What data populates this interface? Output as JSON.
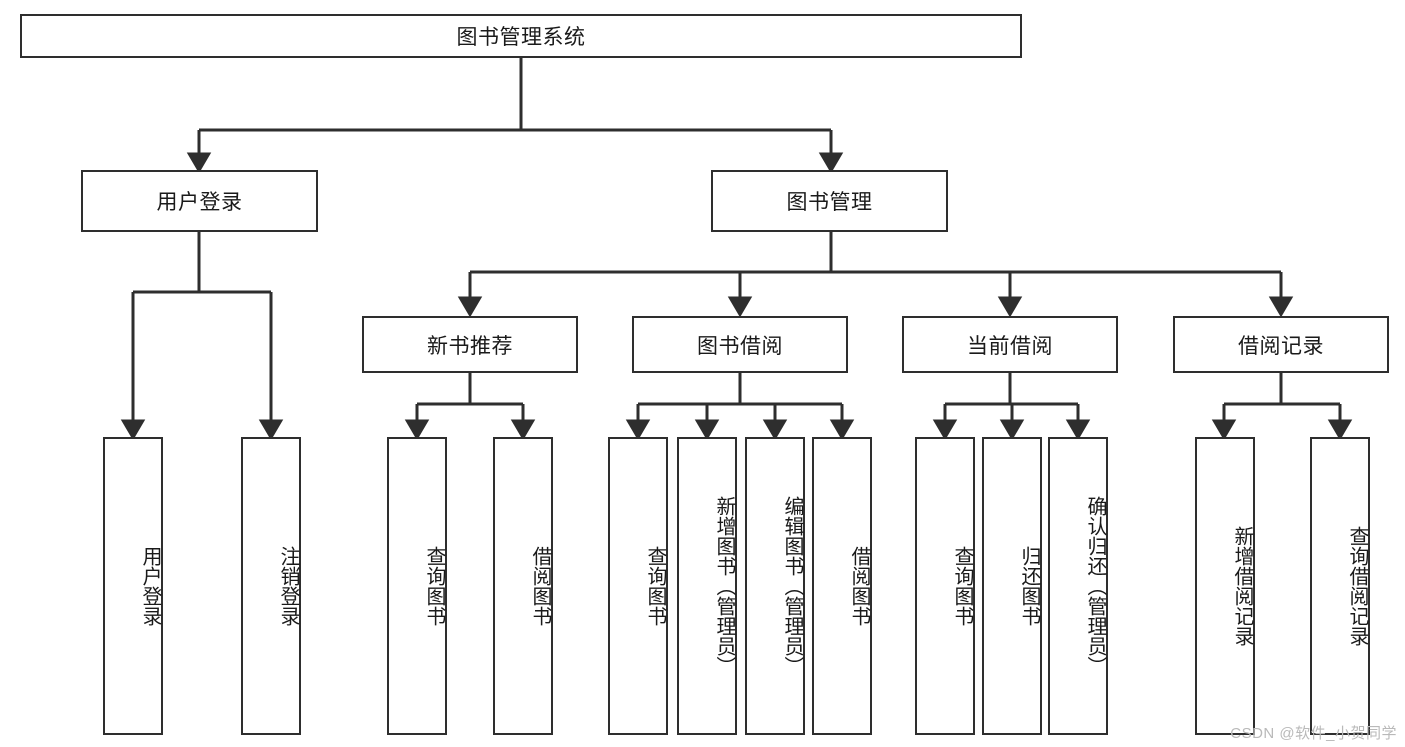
{
  "diagram": {
    "type": "tree-hierarchy-chart",
    "title": "图书管理系统",
    "orientation": "top-down",
    "colors": {
      "box_border": "#2e2e2e",
      "box_fill": "#ffffff",
      "connector": "#2e2e2e",
      "text": "#1a1a1a",
      "background": "#ffffff",
      "watermark": "#b9b9b9"
    },
    "levels": {
      "root": "图书管理系统",
      "level2": [
        "用户登录",
        "图书管理"
      ],
      "level3": [
        "新书推荐",
        "图书借阅",
        "当前借阅",
        "借阅记录"
      ],
      "level4": [
        "用户登录",
        "注销登录",
        "查询图书",
        "借阅图书",
        "查询图书",
        "新增图书（管理员）",
        "编辑图书（管理员）",
        "借阅图书",
        "查询图书",
        "归还图书",
        "确认归还（管理员）",
        "新增借阅记录",
        "查询借阅记录"
      ]
    },
    "nodes": {
      "root": {
        "label": "图书管理系统"
      },
      "user_login": {
        "label": "用户登录"
      },
      "book_manage": {
        "label": "图书管理"
      },
      "new_book_rec": {
        "label": "新书推荐"
      },
      "book_borrow": {
        "label": "图书借阅"
      },
      "current_borrow": {
        "label": "当前借阅"
      },
      "borrow_record": {
        "label": "借阅记录"
      },
      "leaf_user_login": {
        "label": "用户登录"
      },
      "leaf_logout": {
        "label": "注销登录"
      },
      "leaf_query_book_1": {
        "label": "查询图书"
      },
      "leaf_borrow_book_1": {
        "label": "借阅图书"
      },
      "leaf_query_book_2": {
        "label": "查询图书"
      },
      "leaf_add_book": {
        "label": "新增图书（管理员）"
      },
      "leaf_edit_book": {
        "label": "编辑图书（管理员）"
      },
      "leaf_borrow_book_2": {
        "label": "借阅图书"
      },
      "leaf_query_book_3": {
        "label": "查询图书"
      },
      "leaf_return_book": {
        "label": "归还图书"
      },
      "leaf_confirm_return": {
        "label": "确认归还（管理员）"
      },
      "leaf_add_record": {
        "label": "新增借阅记录"
      },
      "leaf_query_record": {
        "label": "查询借阅记录"
      }
    },
    "edges": [
      {
        "from": "root",
        "to": "user_login"
      },
      {
        "from": "root",
        "to": "book_manage"
      },
      {
        "from": "user_login",
        "to": "leaf_user_login"
      },
      {
        "from": "user_login",
        "to": "leaf_logout"
      },
      {
        "from": "book_manage",
        "to": "new_book_rec"
      },
      {
        "from": "book_manage",
        "to": "book_borrow"
      },
      {
        "from": "book_manage",
        "to": "current_borrow"
      },
      {
        "from": "book_manage",
        "to": "borrow_record"
      },
      {
        "from": "new_book_rec",
        "to": "leaf_query_book_1"
      },
      {
        "from": "new_book_rec",
        "to": "leaf_borrow_book_1"
      },
      {
        "from": "book_borrow",
        "to": "leaf_query_book_2"
      },
      {
        "from": "book_borrow",
        "to": "leaf_add_book"
      },
      {
        "from": "book_borrow",
        "to": "leaf_edit_book"
      },
      {
        "from": "book_borrow",
        "to": "leaf_borrow_book_2"
      },
      {
        "from": "current_borrow",
        "to": "leaf_query_book_3"
      },
      {
        "from": "current_borrow",
        "to": "leaf_return_book"
      },
      {
        "from": "current_borrow",
        "to": "leaf_confirm_return"
      },
      {
        "from": "borrow_record",
        "to": "leaf_add_record"
      },
      {
        "from": "borrow_record",
        "to": "leaf_query_record"
      }
    ]
  },
  "watermark": {
    "text": "CSDN @软件_小贺同学"
  }
}
